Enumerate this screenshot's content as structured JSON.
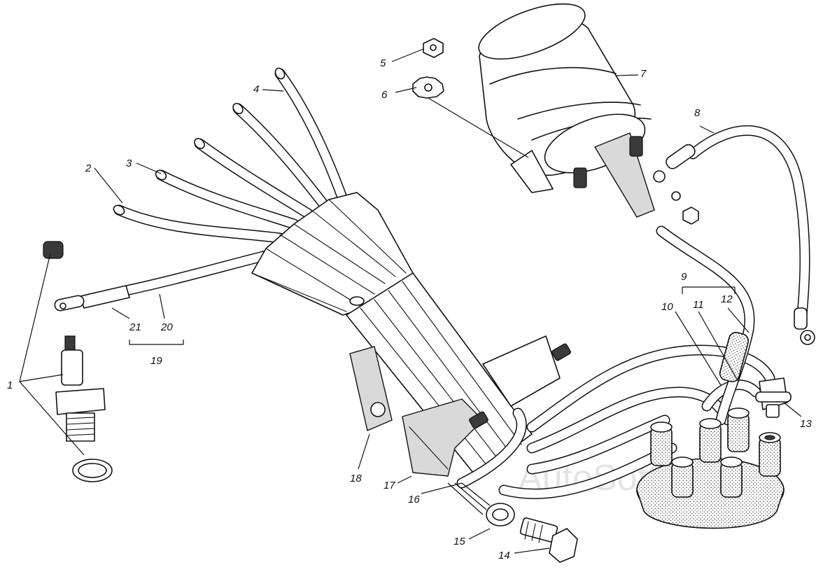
{
  "callouts": [
    {
      "id": "1",
      "text": "1"
    },
    {
      "id": "2",
      "text": "2"
    },
    {
      "id": "3",
      "text": "3"
    },
    {
      "id": "4",
      "text": "4"
    },
    {
      "id": "5",
      "text": "5"
    },
    {
      "id": "6",
      "text": "6"
    },
    {
      "id": "7",
      "text": "7"
    },
    {
      "id": "8",
      "text": "8"
    },
    {
      "id": "9",
      "text": "9"
    },
    {
      "id": "10",
      "text": "10"
    },
    {
      "id": "11",
      "text": "11"
    },
    {
      "id": "12",
      "text": "12"
    },
    {
      "id": "13",
      "text": "13"
    },
    {
      "id": "14",
      "text": "14"
    },
    {
      "id": "15",
      "text": "15"
    },
    {
      "id": "16",
      "text": "16"
    },
    {
      "id": "17",
      "text": "17"
    },
    {
      "id": "18",
      "text": "18"
    },
    {
      "id": "19",
      "text": "19"
    },
    {
      "id": "20",
      "text": "20"
    },
    {
      "id": "21",
      "text": "21"
    }
  ],
  "watermark": "AutoSoft",
  "colors": {
    "ink": "#111111",
    "paper": "#ffffff"
  }
}
